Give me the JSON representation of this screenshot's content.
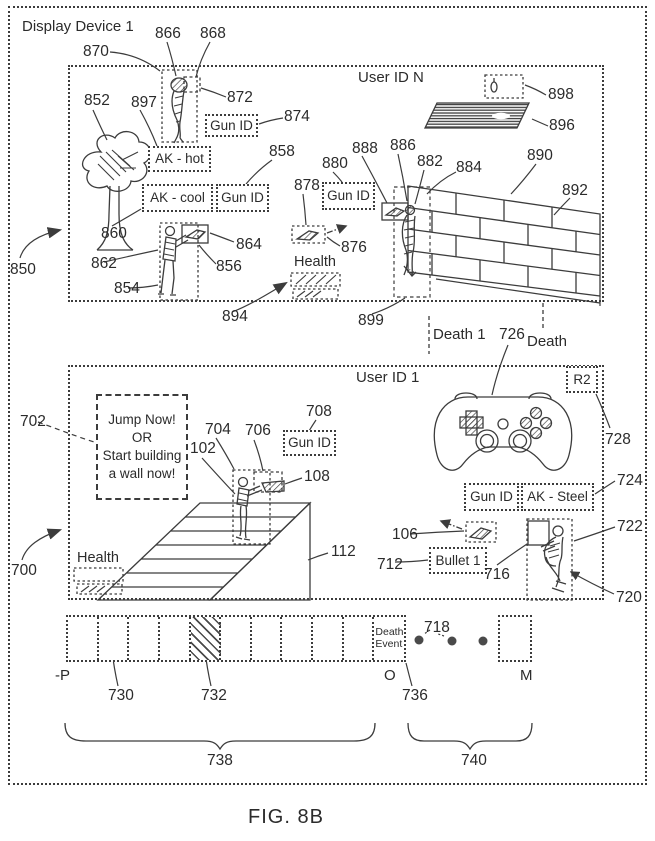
{
  "colors": {
    "ink": "#3c3c3c",
    "background": "#ffffff"
  },
  "figure": {
    "caption": "FIG. 8B",
    "device_label": "Display Device 1"
  },
  "upper_panel": {
    "user_id": "User ID N",
    "ak_hot": "AK - hot",
    "ak_cool": "AK - cool",
    "gun_id_874": "Gun ID",
    "gun_id_858": "Gun ID",
    "gun_id_880": "Gun ID",
    "health": "Health"
  },
  "between": {
    "death1": "Death 1",
    "death": "Death"
  },
  "lower_panel": {
    "user_id": "User ID 1",
    "hint_line1": "Jump Now!",
    "hint_line2": "OR",
    "hint_line3": "Start building",
    "hint_line4": "a wall now!",
    "gun_id_708": "Gun ID",
    "gun_id_716": "Gun ID",
    "ak_steel": "AK - Steel",
    "bullet1": "Bullet 1",
    "r2": "R2",
    "health": "Health"
  },
  "timeline": {
    "death_event_line1": "Death",
    "death_event_line2": "Event",
    "neg_p": "-P",
    "o": "O",
    "m": "M"
  },
  "refs": {
    "r102": "102",
    "r106": "106",
    "r108": "108",
    "r112": "112",
    "r700": "700",
    "r702": "702",
    "r704": "704",
    "r706": "706",
    "r708": "708",
    "r712": "712",
    "r716": "716",
    "r718": "718",
    "r720": "720",
    "r722": "722",
    "r724": "724",
    "r726": "726",
    "r728": "728",
    "r730": "730",
    "r732": "732",
    "r736": "736",
    "r738": "738",
    "r740": "740",
    "r850": "850",
    "r852": "852",
    "r854": "854",
    "r856": "856",
    "r858": "858",
    "r860": "860",
    "r862": "862",
    "r864": "864",
    "r866": "866",
    "r868": "868",
    "r870": "870",
    "r872": "872",
    "r874": "874",
    "r876": "876",
    "r878": "878",
    "r880": "880",
    "r882": "882",
    "r884": "884",
    "r886": "886",
    "r888": "888",
    "r890": "890",
    "r892": "892",
    "r894": "894",
    "r896": "896",
    "r897": "897",
    "r898": "898",
    "r899": "899"
  }
}
